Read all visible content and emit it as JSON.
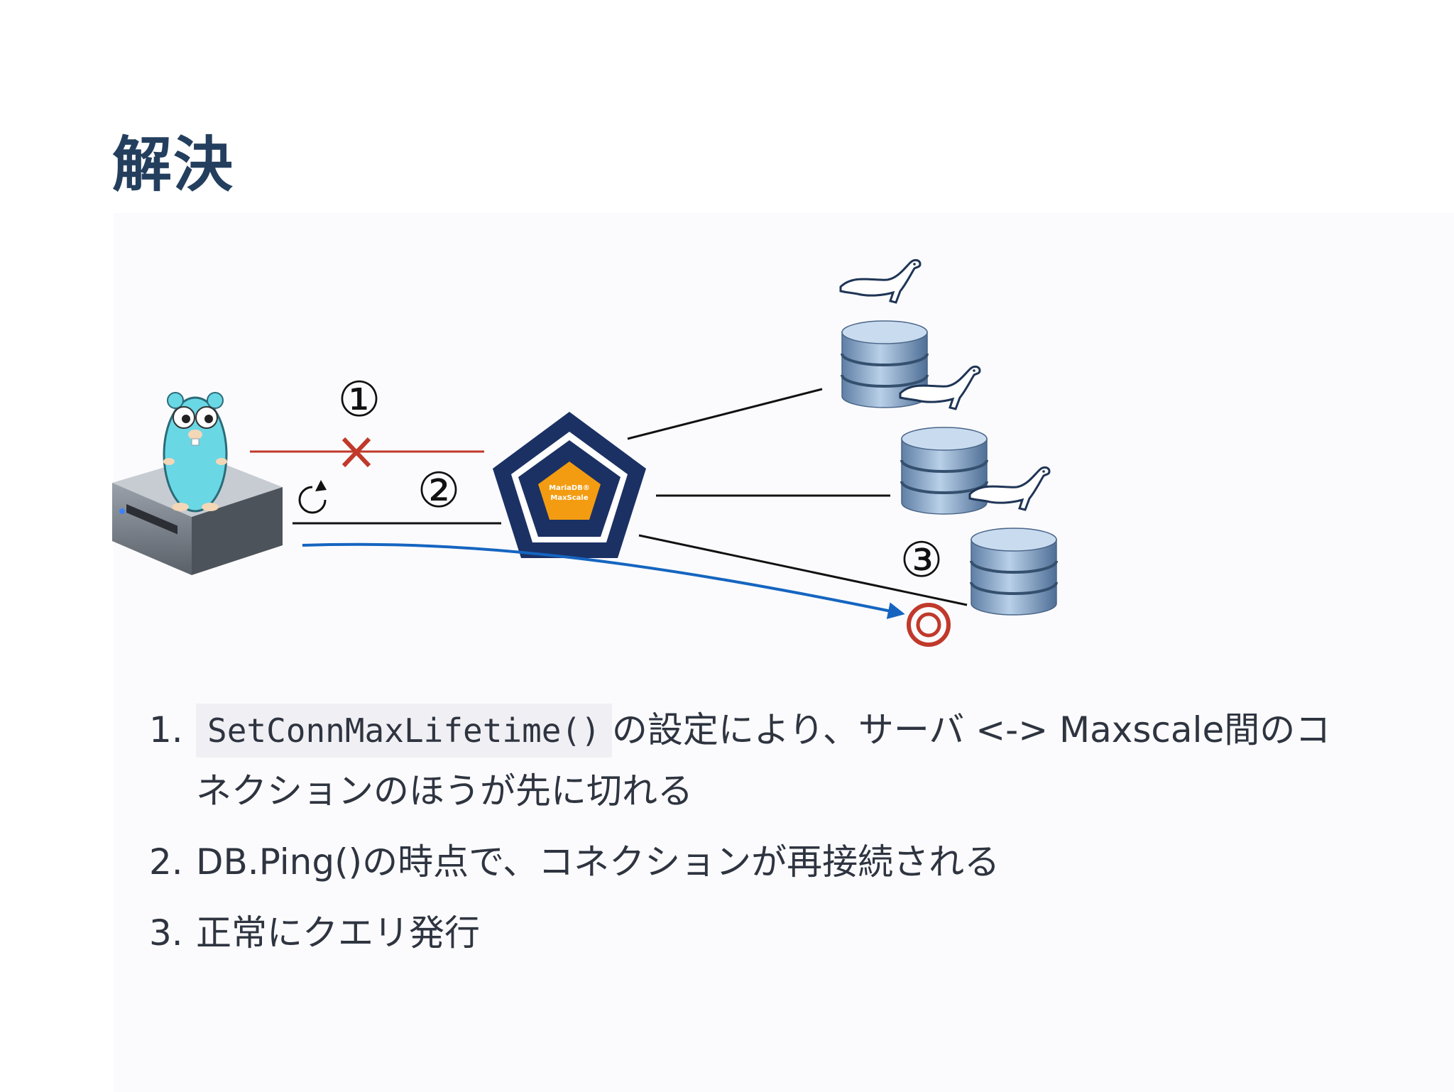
{
  "title": "解決",
  "diagram": {
    "step_markers": [
      "①",
      "②",
      "③"
    ],
    "proxy_brand": "MariaDB®",
    "proxy_name": "MaxScale",
    "colors": {
      "failed_link": "#c0392b",
      "query_path": "#1565c0",
      "proxy_navy": "#1b3164",
      "proxy_orange": "#f39c12",
      "success_mark": "#c0392b"
    },
    "icons": [
      "go-gopher-icon",
      "server-icon",
      "retry-arrow-icon",
      "cross-mark-icon",
      "maxscale-logo",
      "database-icon",
      "mariadb-seal-icon",
      "double-circle-icon"
    ]
  },
  "steps": [
    {
      "number": "1.",
      "code": "SetConnMaxLifetime()",
      "text": "の設定により、サーバ <-> Maxscale間のコネクションのほうが先に切れる"
    },
    {
      "number": "2.",
      "text": "DB.Ping()の時点で、コネクションが再接続される"
    },
    {
      "number": "3.",
      "text": "正常にクエリ発行"
    }
  ]
}
